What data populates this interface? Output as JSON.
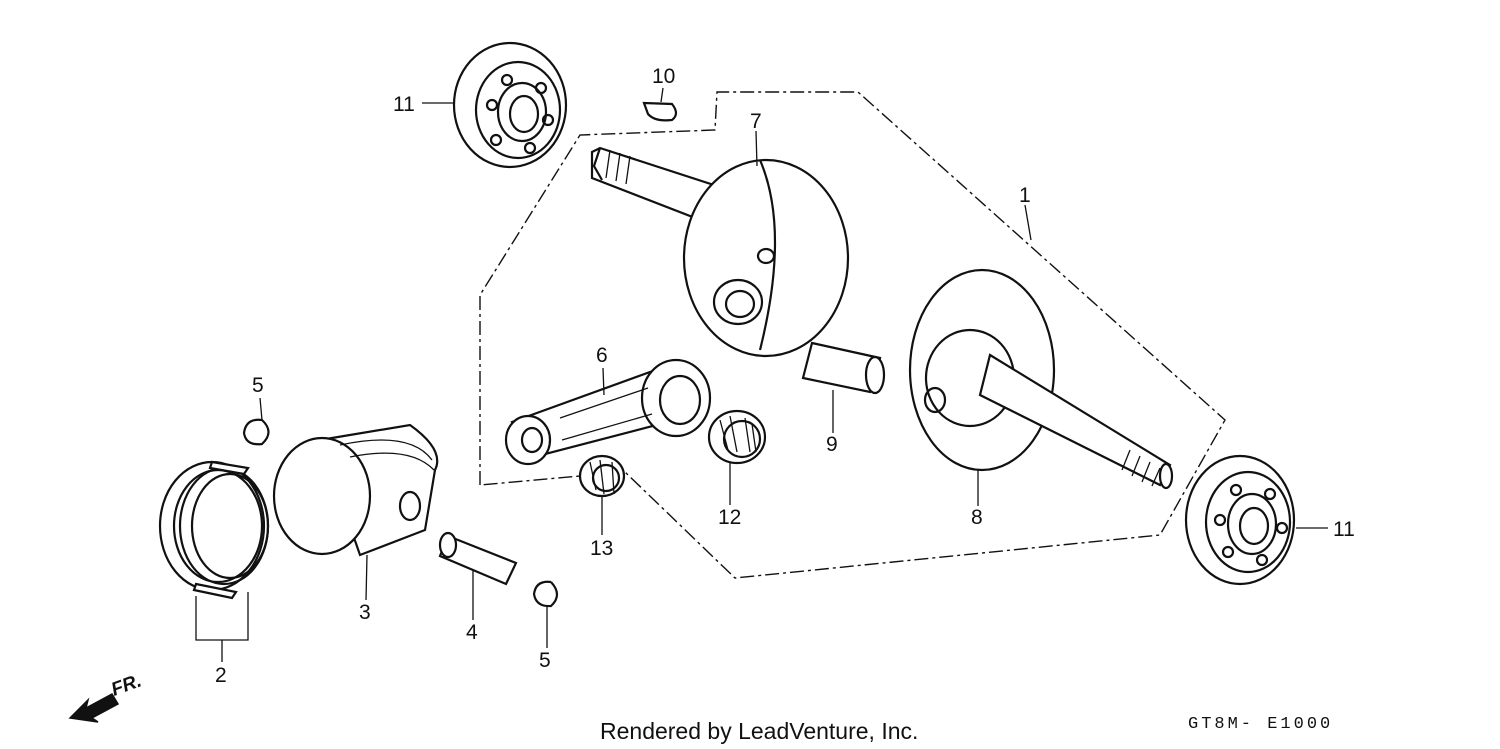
{
  "callouts": {
    "c1": "1",
    "c2": "2",
    "c3": "3",
    "c4": "4",
    "c5a": "5",
    "c5b": "5",
    "c6": "6",
    "c7": "7",
    "c8": "8",
    "c9": "9",
    "c10": "10",
    "c11a": "11",
    "c11b": "11",
    "c12": "12",
    "c13": "13"
  },
  "front_indicator": "FR.",
  "footer": {
    "credit": "Rendered by LeadVenture, Inc.",
    "diagram_code": "GT8M- E1000"
  }
}
